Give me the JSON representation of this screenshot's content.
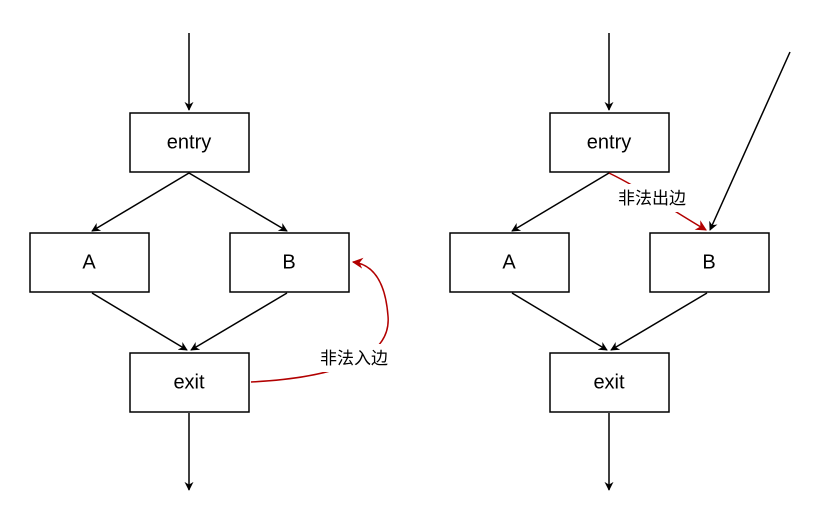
{
  "colors": {
    "stroke": "#000000",
    "highlight": "#b20000",
    "background": "#ffffff"
  },
  "left_graph": {
    "nodes": {
      "entry": "entry",
      "a": "A",
      "b": "B",
      "exit": "exit"
    },
    "illegal_label": "非法入边"
  },
  "right_graph": {
    "nodes": {
      "entry": "entry",
      "a": "A",
      "b": "B",
      "exit": "exit"
    },
    "illegal_label": "非法出边"
  }
}
